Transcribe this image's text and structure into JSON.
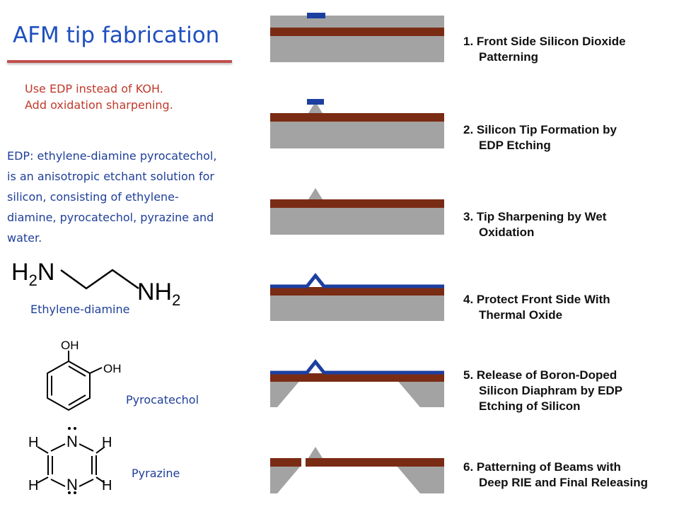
{
  "title": "AFM tip fabrication",
  "notes": [
    "Use EDP instead of KOH.",
    "Add oxidation sharpening."
  ],
  "edp_description": [
    "EDP: ethylene-diamine pyrocatechol,",
    "is an anisotropic etchant solution for",
    "silicon, consisting of ethylene-",
    "diamine, pyrocatechol, pyrazine and",
    "water."
  ],
  "chemicals": {
    "ethylenediamine": {
      "name": "Ethylene-diamine",
      "left_group": "H",
      "left_sub": "2",
      "left_atom": "N",
      "right_atom": "NH",
      "right_sub": "2"
    },
    "pyrocatechol": {
      "name": "Pyrocatechol",
      "group1": "OH",
      "group2": "OH"
    },
    "pyrazine": {
      "name": "Pyrazine",
      "atom": "N",
      "hydrogen": "H"
    }
  },
  "steps": [
    {
      "lines": [
        "1. Front Side Silicon Dioxide",
        "Patterning"
      ]
    },
    {
      "lines": [
        "2. Silicon Tip Formation by",
        "EDP Etching"
      ]
    },
    {
      "lines": [
        "3. Tip Sharpening by Wet",
        "Oxidation"
      ]
    },
    {
      "lines": [
        "4. Protect Front Side With",
        "Thermal Oxide"
      ]
    },
    {
      "lines": [
        "5. Release of Boron-Doped",
        "Silicon Diaphram by EDP",
        "Etching of Silicon"
      ]
    },
    {
      "lines": [
        "6. Patterning of Beams with",
        "Deep RIE and Final Releasing"
      ]
    }
  ],
  "colors": {
    "title": "#1f4fc0",
    "title_rule": "#c0504d",
    "notes": "#c0392b",
    "body_text": "#1f3f99",
    "silicon": "#a3a3a3",
    "doped_layer": "#7a2b14",
    "oxide": "#1c3fa0"
  }
}
